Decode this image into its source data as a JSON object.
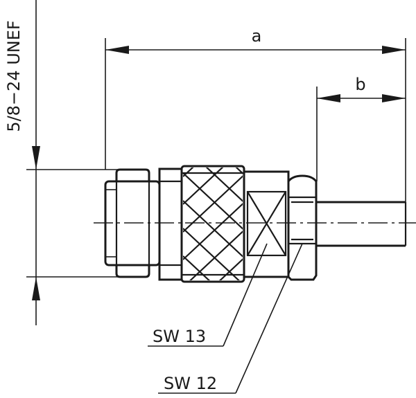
{
  "labels": {
    "thread": "5/8−24 UNEF",
    "dim_a": "a",
    "dim_b": "b",
    "wrench_1": "SW 13",
    "wrench_2": "SW 12"
  }
}
